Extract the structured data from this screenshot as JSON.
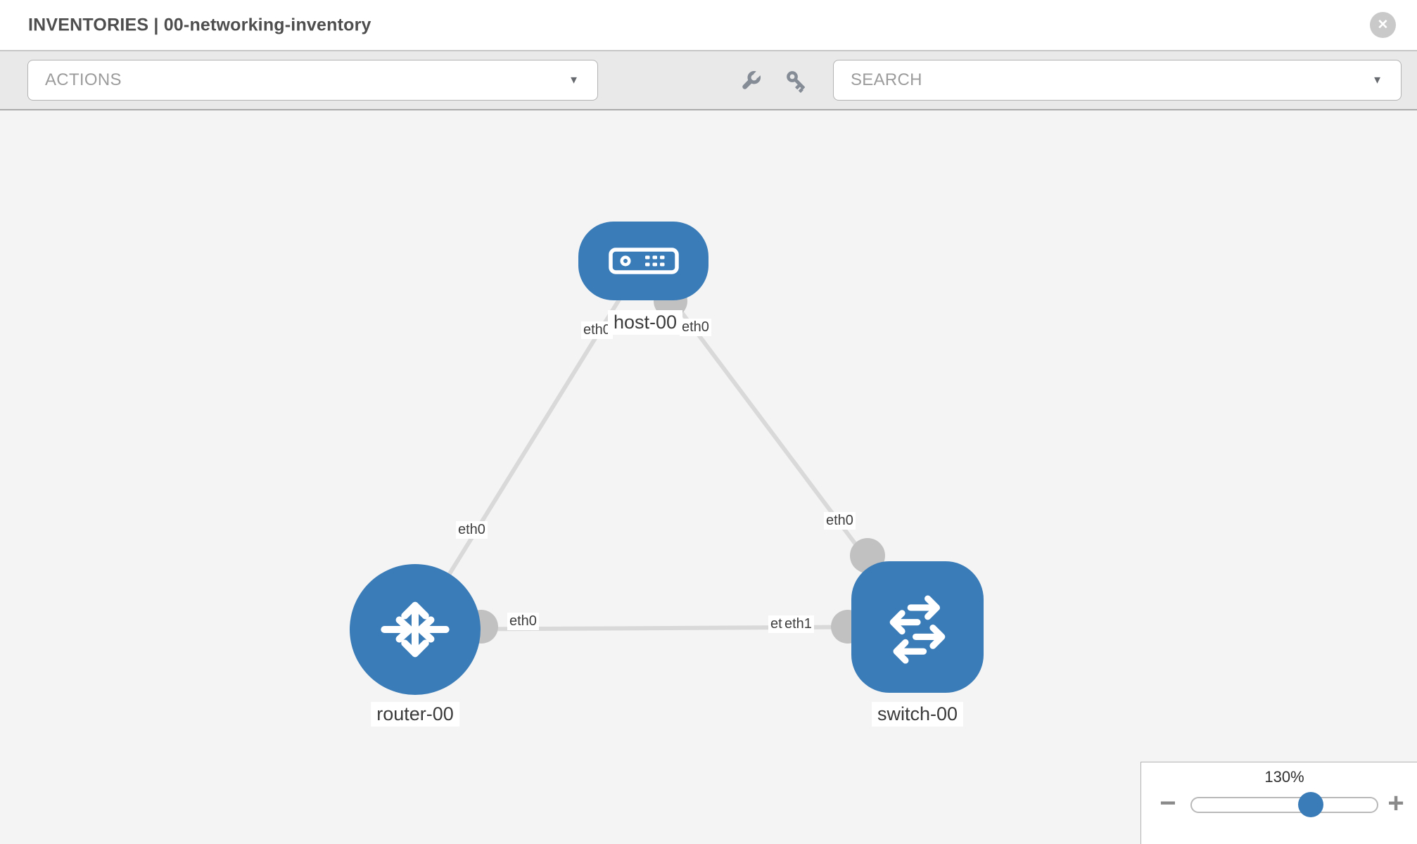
{
  "header": {
    "title": "INVENTORIES | 00-networking-inventory"
  },
  "toolbar": {
    "actions_label": "ACTIONS",
    "search_label": "SEARCH"
  },
  "icons": {
    "close": "✕",
    "caret": "▼",
    "minus": "−",
    "plus": "+"
  },
  "topology": {
    "nodes": [
      {
        "name": "host-00",
        "type": "host"
      },
      {
        "name": "router-00",
        "type": "router"
      },
      {
        "name": "switch-00",
        "type": "switch"
      }
    ],
    "links": [
      {
        "from": "host-00",
        "from_interface": "eth0",
        "to": "router-00",
        "to_interface": "eth0"
      },
      {
        "from": "host-00",
        "from_interface": "eth0",
        "to": "switch-00",
        "to_interface": "eth0"
      },
      {
        "from": "router-00",
        "from_interface": "eth0",
        "to": "switch-00",
        "to_interface": "eth1"
      }
    ],
    "interface_labels": [
      "eth0",
      "eth0",
      "eth0",
      "eth0",
      "eth0",
      "eth0",
      "eth1"
    ]
  },
  "zoom": {
    "level": "130%"
  },
  "colors": {
    "node_blue": "#3a7cb8",
    "link_gray": "#d9d9d9",
    "port_gray": "#c1c1c1",
    "canvas_bg": "#f4f4f4"
  }
}
